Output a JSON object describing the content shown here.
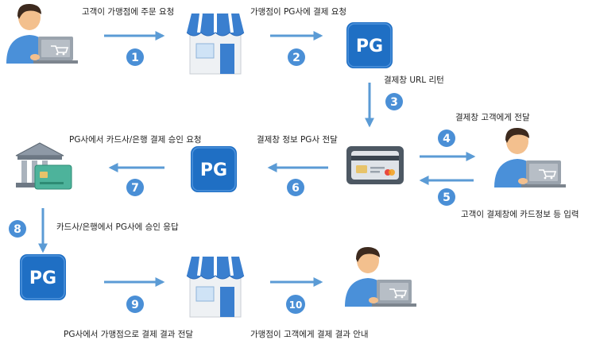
{
  "labels": {
    "order": "고객이 가맹점에 주문 요청",
    "pay_request": "가맹점이 PG사에 결제 요청",
    "url_return": "결제창 URL 리턴",
    "deliver_window": "결제창 고객에게 전달",
    "input_card": "고객이 결제창에 카드정보 등 입력",
    "send_info": "결제창 정보 PG사 전달",
    "approve_request": "PG사에서 카드사/은행 결제 승인 요청",
    "approve_response": "카드사/은행에서 PG사에 승인 응답",
    "result_to_merchant": "PG사에서 가맹점으로 결제 결과 전달",
    "notify_customer": "가맹점이 고객에게 결제 결과 안내"
  },
  "steps": [
    "1",
    "2",
    "3",
    "4",
    "5",
    "6",
    "7",
    "8",
    "9",
    "10"
  ],
  "pg_text": "PG",
  "colors": {
    "arrow": "#5b9bd5",
    "badge": "#4a8fd6",
    "pg_fill": "#1f6fc4",
    "awning": "#3a7fcf",
    "skin": "#f3c08e",
    "hair": "#3d2a1e",
    "shirt": "#4a90d9",
    "laptop": "#9aa3ad"
  }
}
